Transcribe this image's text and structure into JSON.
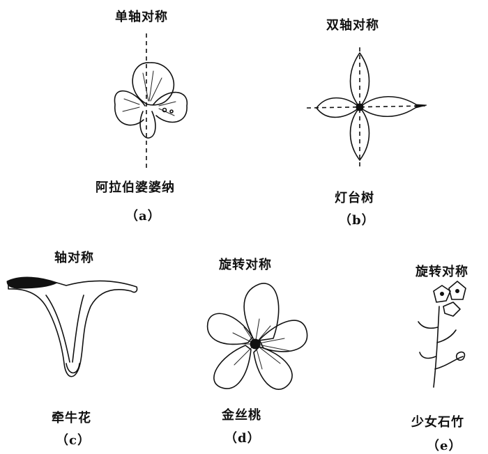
{
  "panels": [
    {
      "id": "a",
      "symmetry": "单轴对称",
      "name": "阿拉伯婆婆纳",
      "caption": "（a）"
    },
    {
      "id": "b",
      "symmetry": "双轴对称",
      "name": "灯台树",
      "caption": "（b）"
    },
    {
      "id": "c",
      "symmetry": "轴对称",
      "name": "牵牛花",
      "caption": "（c）"
    },
    {
      "id": "d",
      "symmetry": "旋转对称",
      "name": "金丝桃",
      "caption": "（d）"
    },
    {
      "id": "e",
      "symmetry": "旋转对称",
      "name": "少女石竹",
      "caption": "（e）"
    }
  ]
}
